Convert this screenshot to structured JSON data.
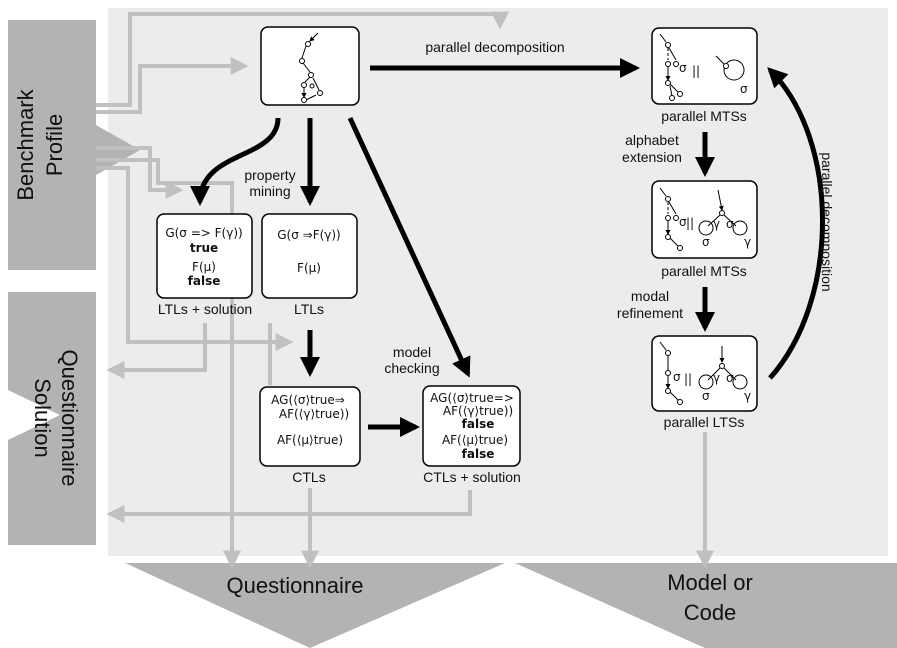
{
  "panels": {
    "benchmark_profile": [
      "Benchmark",
      "Profile"
    ],
    "questionnaire_solution": [
      "Questionnaire",
      "Solution"
    ],
    "questionnaire": "Questionnaire",
    "model_or_code": [
      "Model or",
      "Code"
    ]
  },
  "edge_labels": {
    "parallel_decomposition_top": "parallel decomposition",
    "parallel_decomposition_side": "parallel decomposition",
    "property_mining": [
      "property",
      "mining"
    ],
    "model_checking": [
      "model",
      "checking"
    ],
    "alphabet_extension": [
      "alphabet",
      "extension"
    ],
    "modal_refinement": [
      "modal",
      "refinement"
    ]
  },
  "nodes": {
    "ltl_solution": {
      "lines": [
        "G(σ => F(γ))",
        "true",
        "F(μ)",
        "false"
      ],
      "caption": "LTLs + solution"
    },
    "ltl": {
      "lines": [
        "G(σ ⇒F(γ))",
        "F(μ)"
      ],
      "caption": "LTLs"
    },
    "ctl": {
      "lines": [
        "AG(⟨σ⟩true⇒",
        "AF(⟨γ⟩true))",
        "AF(⟨μ⟩true)"
      ],
      "caption": "CTLs"
    },
    "ctl_solution": {
      "lines": [
        "AG(⟨σ⟩true=>",
        "AF(⟨γ⟩true))",
        "false",
        "AF(⟨μ⟩true)",
        "false"
      ],
      "caption": "CTLs + solution"
    },
    "mts_1": {
      "caption": "parallel MTSs"
    },
    "mts_2": {
      "caption": "parallel MTSs"
    },
    "lts": {
      "caption": "parallel LTSs"
    }
  },
  "symbols": {
    "parallel": "||",
    "sigma": "σ",
    "gamma": "γ"
  },
  "colors": {
    "background_panel": "#ececec",
    "side_panels": "#b3b3b3",
    "gray_arrows": "#c0c0c0",
    "black_arrows": "#000000",
    "box_border": "#000000"
  }
}
